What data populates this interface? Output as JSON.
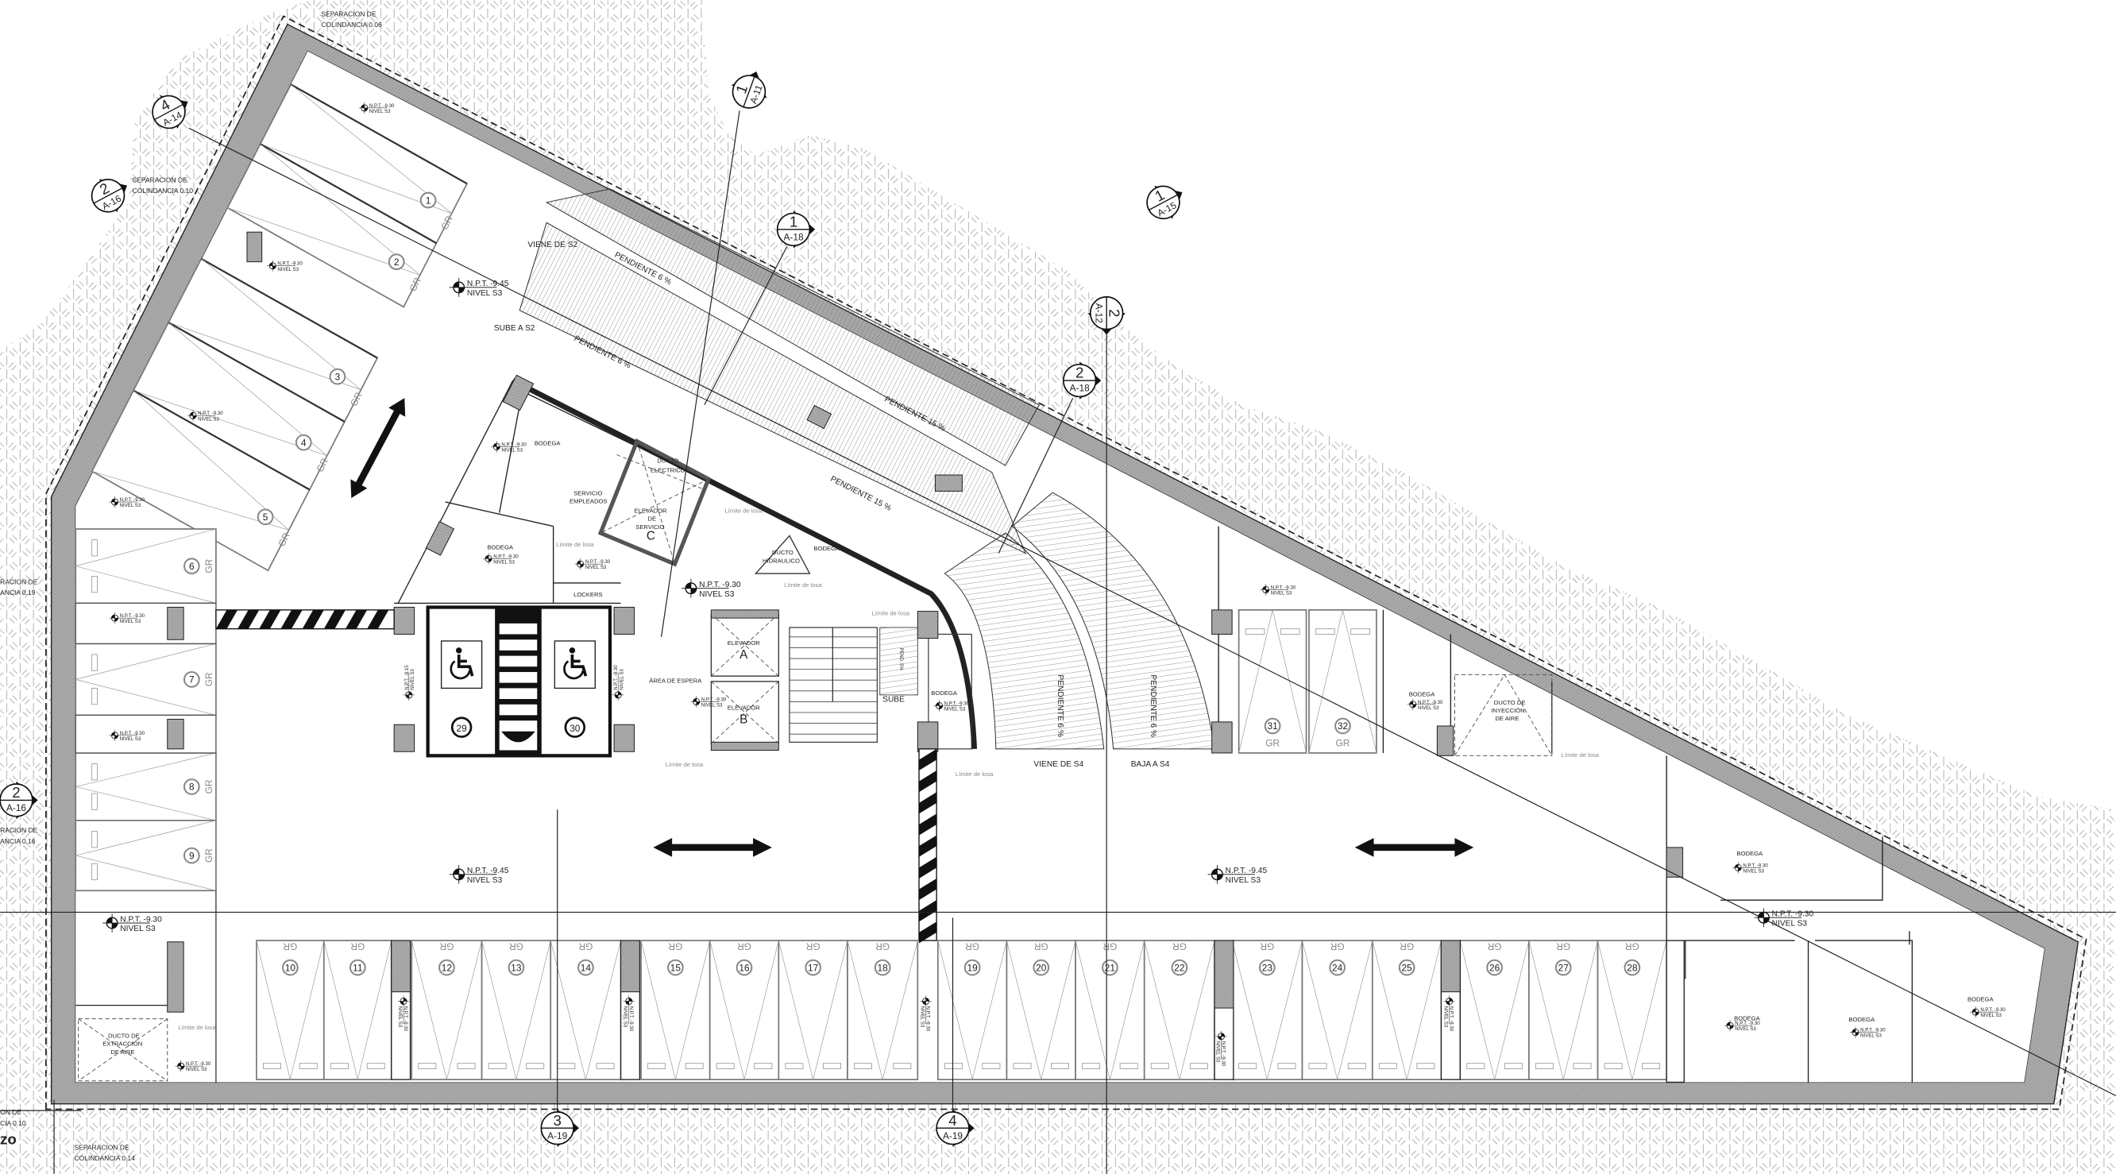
{
  "drawing": {
    "title_fragment": "zo",
    "level_name": "NIVEL S3"
  },
  "separations": [
    {
      "line1": "SEPARACION DE",
      "line2": "COLINDANCIA 0.06"
    },
    {
      "line1": "SEPARACION DE",
      "line2": "COLINDANCIA 0.10"
    },
    {
      "line1": "RACION DE",
      "line2": "ANCIA 0.19"
    },
    {
      "line1": "RACION DE",
      "line2": "ANCIA 0.16"
    },
    {
      "line1": "ON DE",
      "line2": "CIA 0.10"
    },
    {
      "line1": "SEPARACION DE",
      "line2": "COLINDANCIA 0.14"
    }
  ],
  "section_markers": [
    {
      "num": "4",
      "sheet": "A-14"
    },
    {
      "num": "2",
      "sheet": "A-16"
    },
    {
      "num": "1",
      "sheet": "A-11"
    },
    {
      "num": "1",
      "sheet": "A-18"
    },
    {
      "num": "1",
      "sheet": "A-15"
    },
    {
      "num": "2",
      "sheet": "A-12"
    },
    {
      "num": "2",
      "sheet": "A-18"
    },
    {
      "num": "2",
      "sheet": "A-16"
    },
    {
      "num": "3",
      "sheet": "A-19"
    },
    {
      "num": "4",
      "sheet": "A-19"
    }
  ],
  "levels_big": [
    {
      "npt": "N.P.T. -9.45",
      "nivel": "NIVEL S3"
    },
    {
      "npt": "N.P.T. -9.45",
      "nivel": "NIVEL S3"
    },
    {
      "npt": "N.P.T. -9.45",
      "nivel": "NIVEL S3"
    },
    {
      "npt": "N.P.T. -9.30",
      "nivel": "NIVEL S3"
    },
    {
      "npt": "N.P.T. -9.30",
      "nivel": "NIVEL S3"
    },
    {
      "npt": "N.P.T. -9.30",
      "nivel": "NIVEL S3"
    }
  ],
  "level_small": {
    "npt": "N.P.T. -9.30",
    "npt_alt": "N.P.T. -9.15",
    "nivel": "NIVEL S3"
  },
  "stalls": {
    "tag": "GR",
    "angled": [
      "1",
      "2",
      "3",
      "4",
      "5"
    ],
    "left": [
      "6",
      "7",
      "8",
      "9"
    ],
    "bottom": [
      "10",
      "11",
      "12",
      "13",
      "14",
      "15",
      "16",
      "17",
      "18",
      "19",
      "20",
      "21",
      "22",
      "23",
      "24",
      "25",
      "26",
      "27",
      "28"
    ],
    "accessible": [
      "29",
      "30"
    ],
    "right": [
      "31",
      "32"
    ]
  },
  "rooms": {
    "bodega": "BODEGA",
    "servicio_1": "SERVICIO",
    "servicio_2": "EMPLEADOS",
    "ducto_elec_1": "DUCTO",
    "ducto_elec_2": "ELECTRICO",
    "elev_serv_1": "ELEVADOR",
    "elev_serv_2": "DE",
    "elev_serv_3": "SERVICIO",
    "elev_serv_letter": "C",
    "ducto_hid_1": "DUCTO",
    "ducto_hid_2": "HIDRAULICO",
    "lockers": "LOCKERS",
    "area_espera": "ÁREA DE ESPERA",
    "elevador": "ELEVADOR",
    "elev_a": "A",
    "elev_b": "B",
    "iny_1": "DUCTO DE",
    "iny_2": "INYECCIÓN",
    "iny_3": "DE AIRE",
    "ext_1": "DUCTO DE",
    "ext_2": "EXTRACCIÓN",
    "ext_3": "DE AIRE"
  },
  "ramps": {
    "viene_s2": "VIENE DE S2",
    "sube_s2": "SUBE A S2",
    "pend_6": "PENDIENTE 6 %",
    "pend_15": "PENDIENTE 15 %",
    "viene_s4": "VIENE DE S4",
    "baja_s4": "BAJA A S4",
    "sube": "SUBE",
    "pend_5": "PEND. 5%"
  },
  "limite_losa": "Límite de losa"
}
